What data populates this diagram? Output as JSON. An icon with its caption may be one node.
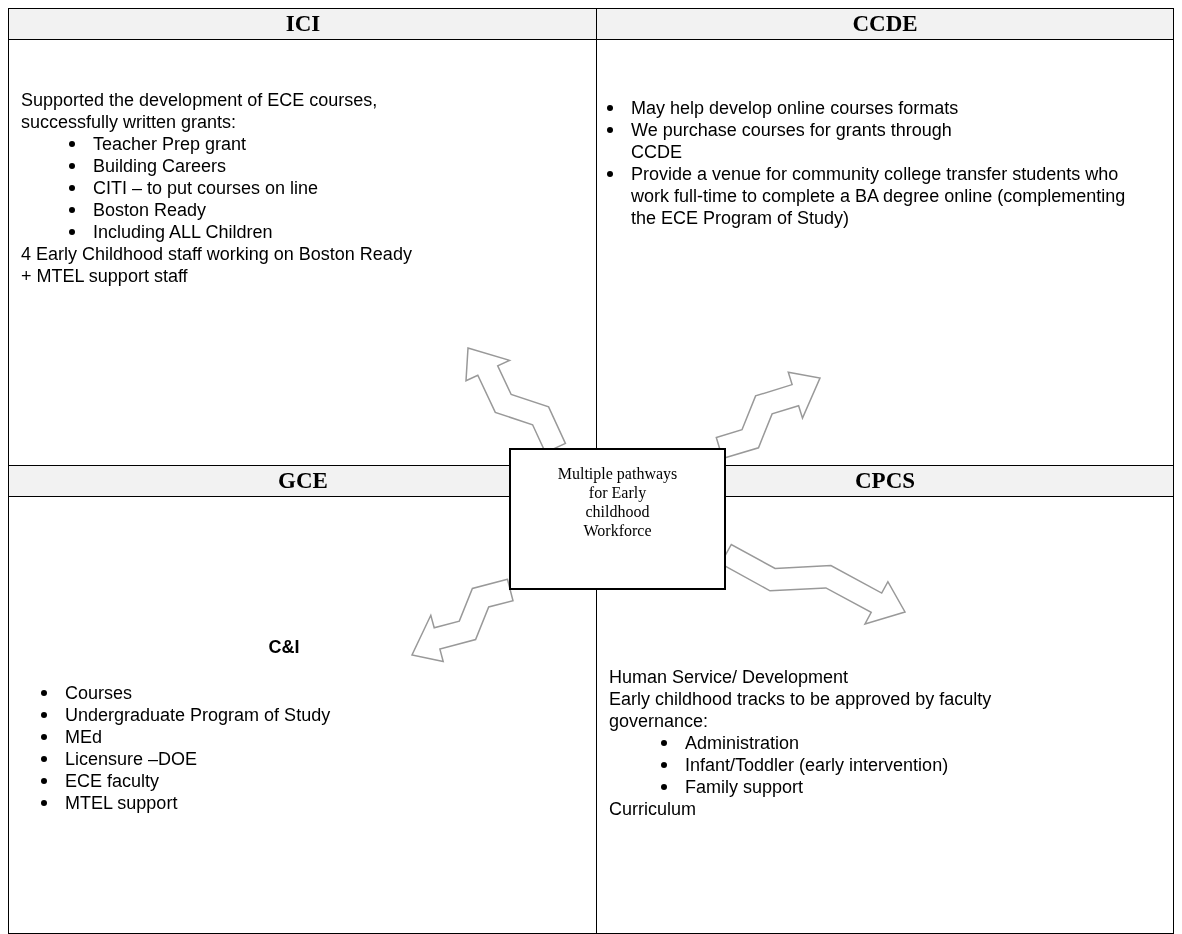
{
  "diagram": {
    "nodes": [
      {
        "text": [
          "Multiple pathways for Early childhood Workforce"
        ]
      },
      {
        "text": [
          "ICI",
          "Supported the development of ECE courses, successfully written grants:",
          "Teacher Prep grant",
          "Building Careers",
          "CITI – to put courses on line",
          "Boston Ready",
          "Including ALL Children",
          "4 Early Childhood staff working on Boston Ready + MTEL support staff"
        ]
      },
      {
        "text": [
          "CCDE",
          "May help develop online courses formats",
          "We purchase courses for grants through CCDE",
          "Provide a venue for community college transfer students who work full-time to complete a BA degree online (complementing the ECE Program of Study)"
        ]
      },
      {
        "text": [
          "GCE",
          "C&I",
          "Courses",
          "Undergraduate Program of Study",
          "MEd",
          "Licensure –DOE",
          "ECE faculty",
          "MTEL support"
        ]
      },
      {
        "text": [
          "CPCS",
          "Human Service/ Development",
          "Early childhood tracks to be approved by faculty governance:",
          "Administration",
          "Infant/Toddler (early intervention)",
          "Family support",
          "Curriculum"
        ]
      }
    ],
    "edges": [
      {
        "from": 0,
        "to": 1,
        "arrow": "to"
      },
      {
        "from": 0,
        "to": 2,
        "arrow": "to"
      },
      {
        "from": 0,
        "to": 3,
        "arrow": "to"
      },
      {
        "from": 0,
        "to": 4,
        "arrow": "to"
      }
    ]
  }
}
